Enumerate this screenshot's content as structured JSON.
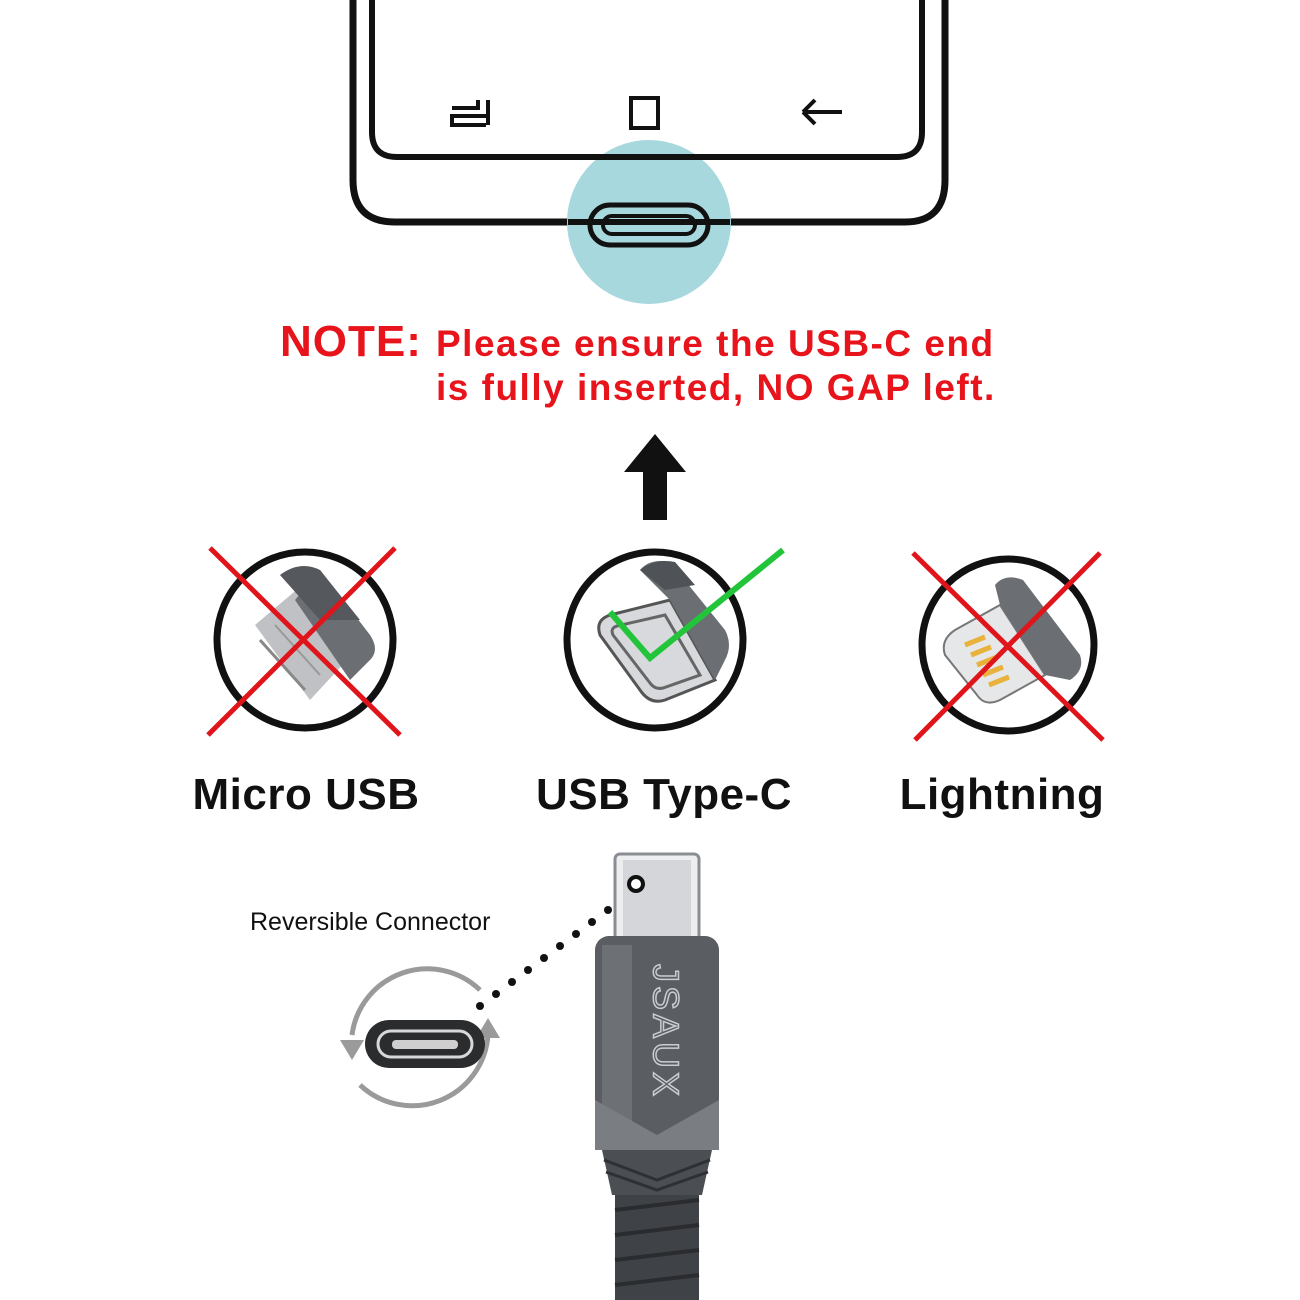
{
  "note": {
    "label": "NOTE:",
    "line1": "Please ensure the USB-C end",
    "line2": "is fully inserted, NO GAP left.",
    "color": "#e8141b"
  },
  "phone": {
    "nav_icons": [
      "recent-apps-icon",
      "home-icon",
      "back-icon"
    ],
    "port_highlight_color": "#a6d8de"
  },
  "connectors": [
    {
      "label": "Micro USB",
      "status": "incompatible",
      "mark": "red-cross-icon"
    },
    {
      "label": "USB Type-C",
      "status": "compatible",
      "mark": "green-check-icon"
    },
    {
      "label": "Lightning",
      "status": "incompatible",
      "mark": "red-cross-icon"
    }
  ],
  "cable": {
    "brand": "JSAUX",
    "callout": "Reversible Connector",
    "body_color": "#5a5d62"
  }
}
